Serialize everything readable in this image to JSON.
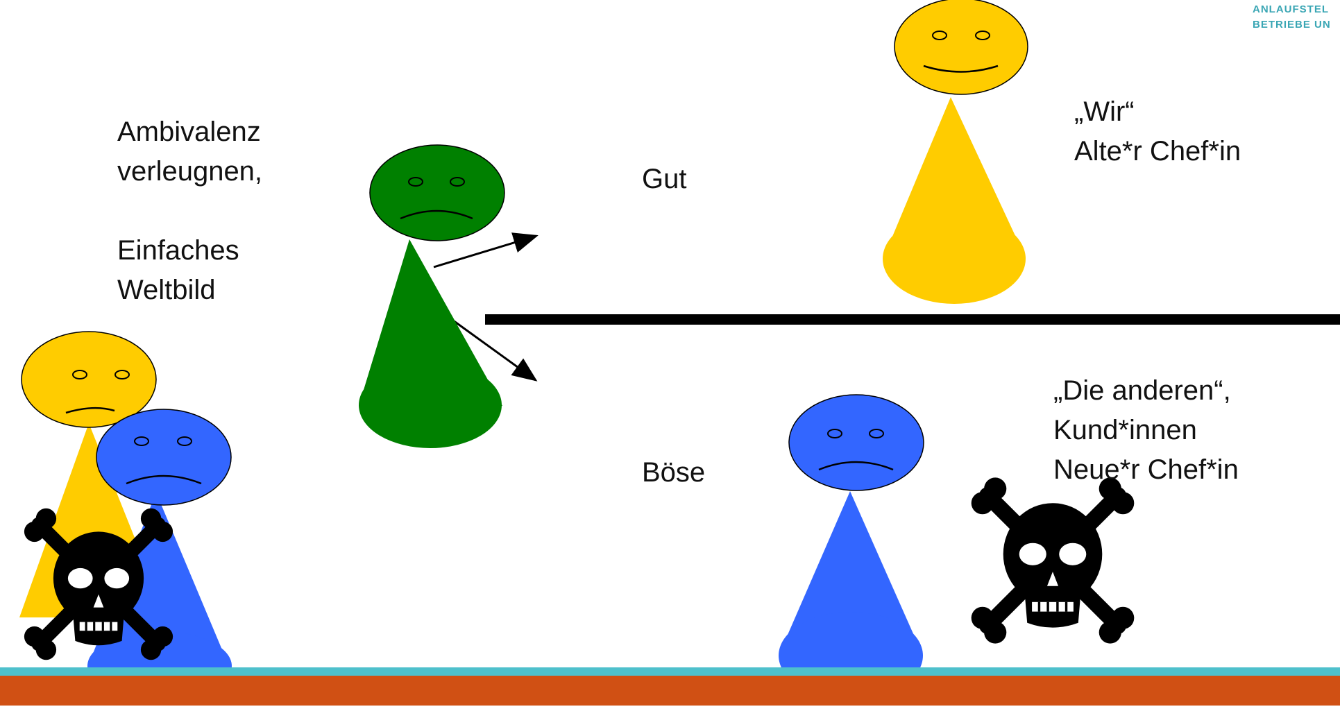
{
  "slide": {
    "left_text": [
      "Ambivalenz",
      "verleugnen,",
      "Einfaches",
      "Weltbild"
    ],
    "label_good": "Gut",
    "label_bad": "Böse",
    "good_group": [
      "„Wir“",
      "Alte*r Chef*in"
    ],
    "bad_group": [
      "„Die anderen“,",
      "Kund*innen",
      "Neue*r Chef*in"
    ],
    "logo_lines": [
      "ANLAUFSTEL",
      "BETRIEBE UN"
    ]
  },
  "colors": {
    "yellow": "#ffcc00",
    "green": "#008000",
    "blue": "#3366ff",
    "black": "#000000",
    "teal": "#4ec0cc",
    "orange": "#d05014",
    "logo": "#3aa6b4"
  }
}
